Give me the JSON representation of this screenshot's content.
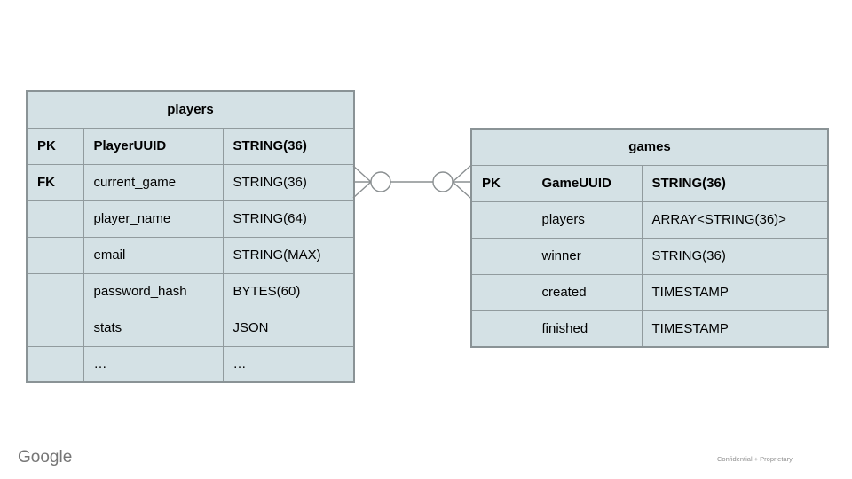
{
  "slide": {
    "background": "#ffffff"
  },
  "tables": {
    "players": {
      "title": "players",
      "rows": [
        {
          "key": "PK",
          "field": "PlayerUUID",
          "type": "STRING(36)"
        },
        {
          "key": "FK",
          "field": "current_game",
          "type": "STRING(36)"
        },
        {
          "key": "",
          "field": "player_name",
          "type": "STRING(64)"
        },
        {
          "key": "",
          "field": "email",
          "type": "STRING(MAX)"
        },
        {
          "key": "",
          "field": "password_hash",
          "type": "BYTES(60)"
        },
        {
          "key": "",
          "field": "stats",
          "type": "JSON"
        },
        {
          "key": "",
          "field": "…",
          "type": "…"
        }
      ]
    },
    "games": {
      "title": "games",
      "rows": [
        {
          "key": "PK",
          "field": "GameUUID",
          "type": "STRING(36)"
        },
        {
          "key": "",
          "field": "players",
          "type": "ARRAY<STRING(36)>"
        },
        {
          "key": "",
          "field": "winner",
          "type": "STRING(36)"
        },
        {
          "key": "",
          "field": "created",
          "type": "TIMESTAMP"
        },
        {
          "key": "",
          "field": "finished",
          "type": "TIMESTAMP"
        }
      ]
    }
  },
  "relationship": {
    "from": "players.current_game",
    "to": "games.GameUUID",
    "notation": "zero-or-many to zero-or-many (crow's foot with circles)"
  },
  "footer": {
    "logo": "Google",
    "confidential": "Confidential + Proprietary"
  },
  "colors": {
    "cell_fill": "#d4e1e5",
    "cell_border": "#919b9e",
    "outer_border": "#8a9396",
    "connector": "#8a8f91",
    "text": "#000000",
    "logo_gray": "#767676",
    "footer_gray": "#8f8f8f"
  }
}
